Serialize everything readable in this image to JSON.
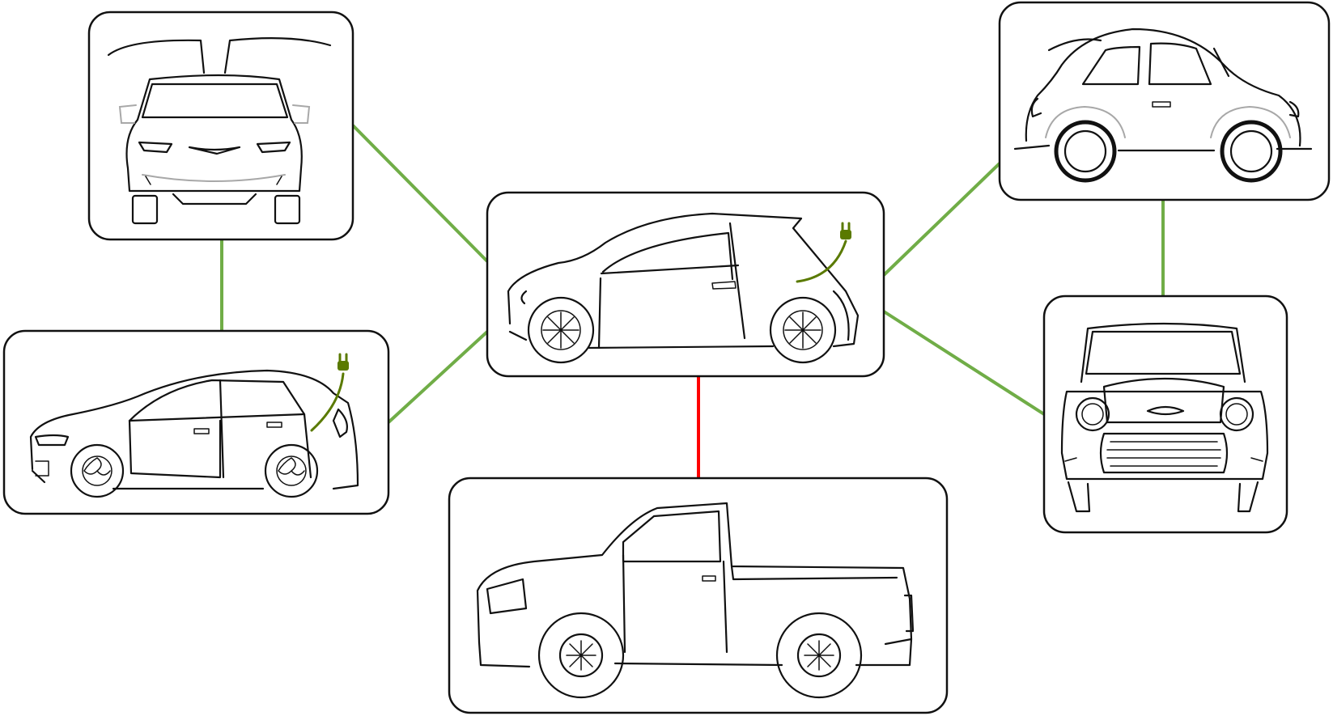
{
  "colors": {
    "background": "#ffffff",
    "card_border": "#111111",
    "similar_edge": "#70ad47",
    "dissimilar_edge": "#ff0000",
    "plug_icon": "#5a7a00"
  },
  "nodes": [
    {
      "id": "center",
      "icon": "electric-hatchback-side-icon",
      "plug": true
    },
    {
      "id": "top-left",
      "icon": "gullwing-suv-front-icon",
      "plug": false
    },
    {
      "id": "left",
      "icon": "plugin-hybrid-sedan-side-icon",
      "plug": true
    },
    {
      "id": "top-right",
      "icon": "beetle-car-side-icon",
      "plug": false
    },
    {
      "id": "right",
      "icon": "mini-car-front-icon",
      "plug": false
    },
    {
      "id": "bottom",
      "icon": "pickup-truck-side-icon",
      "plug": false
    }
  ],
  "edges": [
    {
      "from": "center",
      "to": "top-left",
      "type": "similar"
    },
    {
      "from": "center",
      "to": "left",
      "type": "similar"
    },
    {
      "from": "top-left",
      "to": "left",
      "type": "similar"
    },
    {
      "from": "center",
      "to": "top-right",
      "type": "similar"
    },
    {
      "from": "center",
      "to": "right",
      "type": "similar"
    },
    {
      "from": "top-right",
      "to": "right",
      "type": "similar"
    },
    {
      "from": "center",
      "to": "bottom",
      "type": "dissimilar"
    }
  ]
}
